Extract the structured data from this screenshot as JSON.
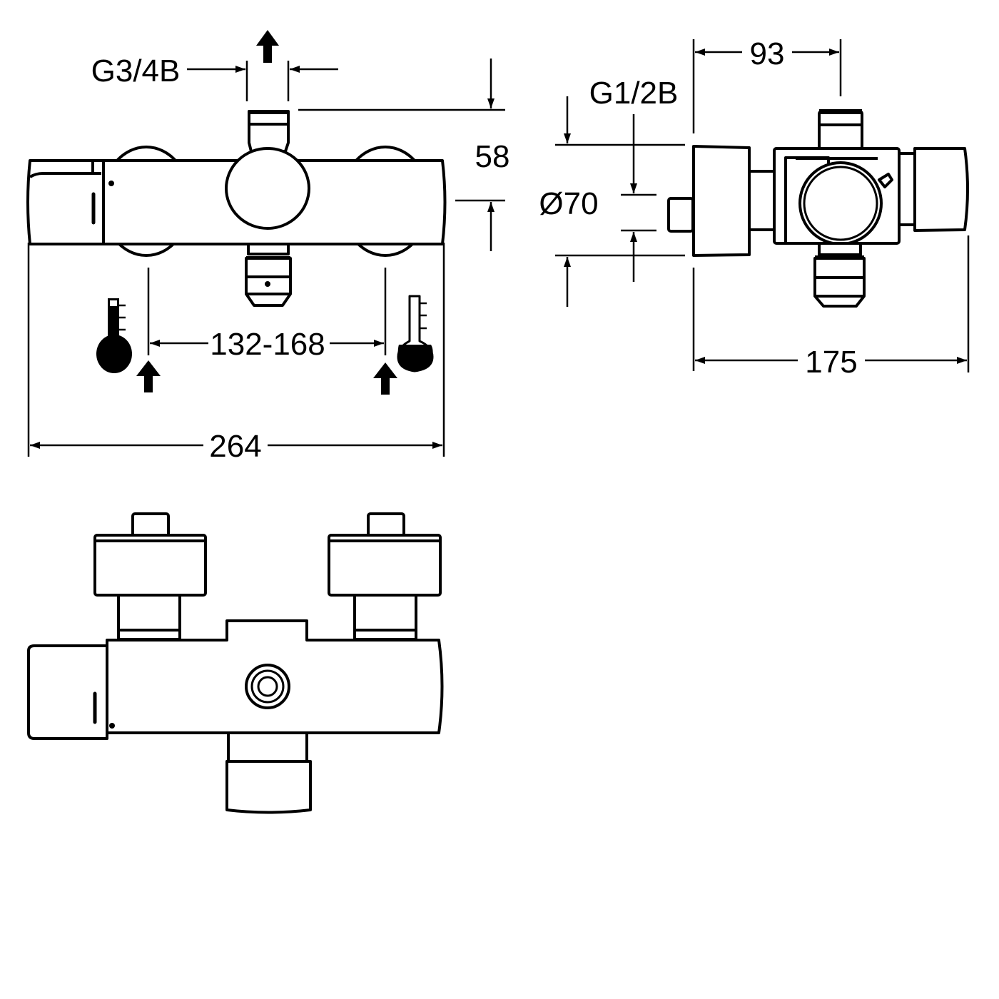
{
  "drawing": {
    "front_view": {
      "outlet_thread": "G3/4B",
      "height_dim": "58",
      "inlet_spacing": "132-168",
      "overall_width": "264",
      "hot_symbol": "thermometer-hot-icon",
      "cold_symbol": "thermometer-cold-icon"
    },
    "side_view": {
      "depth_to_outlet": "93",
      "outlet_thread": "G1/2B",
      "diameter": "Ø70",
      "overall_depth": "175"
    }
  },
  "colors": {
    "line": "#000000",
    "background": "#ffffff"
  }
}
